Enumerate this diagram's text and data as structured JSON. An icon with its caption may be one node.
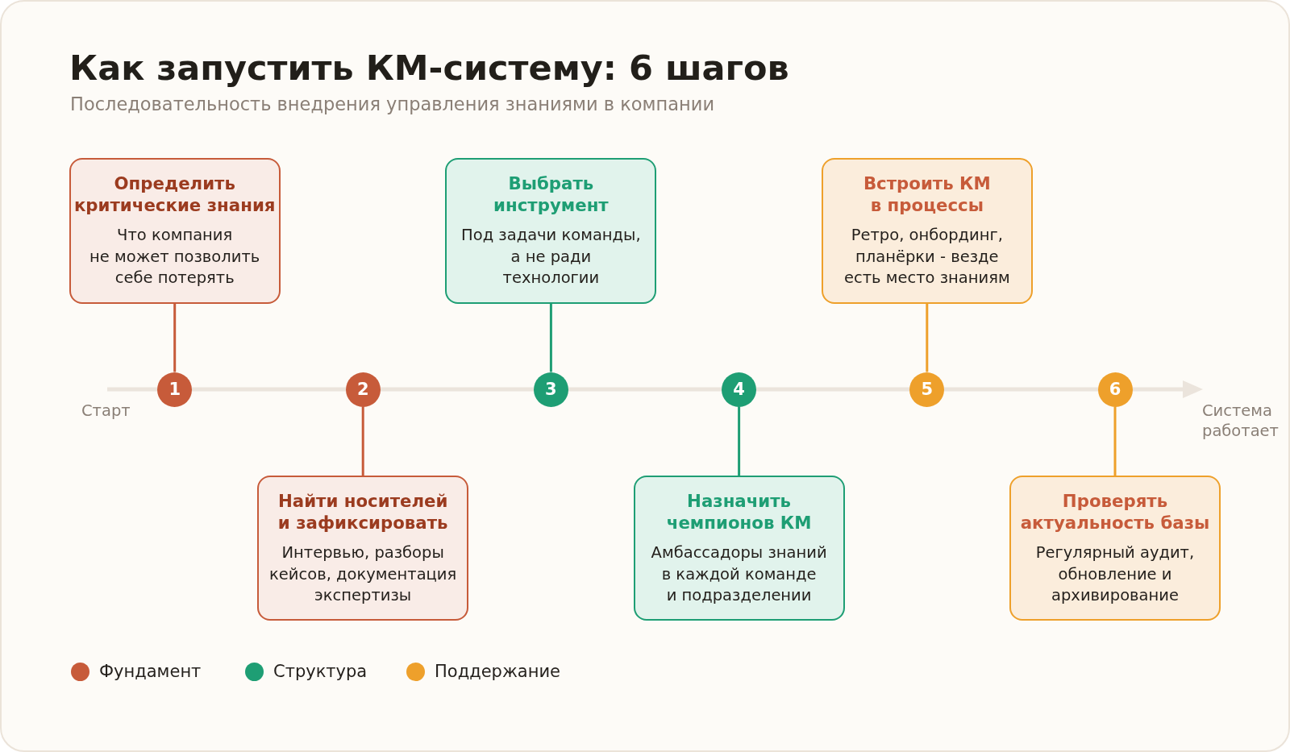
{
  "diagram": {
    "title": "Как запустить КМ-систему: 6 шагов",
    "nodes": [
      {
        "text": [
          "Определить критические знания",
          "Что компания не может позволить себе потерять"
        ]
      },
      {
        "text": [
          "Выбрать инструмент",
          "Под задачи команды, а не ради технологии"
        ]
      },
      {
        "text": [
          "Встроить КМ в процессы",
          "Ретро, онбординг, планёрки - везде есть место знаниям"
        ]
      },
      {
        "text": [
          "1"
        ]
      },
      {
        "text": [
          "2"
        ]
      },
      {
        "text": [
          "3"
        ]
      },
      {
        "text": [
          "4"
        ]
      },
      {
        "text": [
          "5"
        ]
      },
      {
        "text": [
          "6"
        ]
      },
      {
        "text": [
          "Найти носителей и зафиксировать",
          "Интервью, разборы кейсов, документация экспертизы"
        ]
      },
      {
        "text": [
          "Назначить чемпионов КМ",
          "Амбассадоры знаний в каждой команде и подразделении"
        ]
      },
      {
        "text": [
          "Проверять актуальность базы",
          "Регулярный аудит, обновление и архивирование"
        ]
      }
    ],
    "edges": [
      {
        "from": 0,
        "to": 3,
        "arrow": "none",
        "color": "#c75b3a"
      },
      {
        "from": 1,
        "to": 5,
        "arrow": "none",
        "color": "#1e9e74"
      },
      {
        "from": 2,
        "to": 7,
        "arrow": "none",
        "color": "#eea02b"
      },
      {
        "from": 4,
        "to": 9,
        "arrow": "none",
        "color": "#c75b3a"
      },
      {
        "from": 6,
        "to": 10,
        "arrow": "none",
        "color": "#1e9e74"
      },
      {
        "from": 8,
        "to": 11,
        "arrow": "none",
        "color": "#eea02b"
      }
    ],
    "labels": [
      "Последовательность внедрения управления знаниями в компании",
      "Старт",
      "Система работает"
    ],
    "legend": [
      {
        "text": "Фундамент",
        "color": "#c75b3a"
      },
      {
        "text": "Структура",
        "color": "#1e9e74"
      },
      {
        "text": "Поддержание",
        "color": "#eea02b"
      }
    ]
  }
}
